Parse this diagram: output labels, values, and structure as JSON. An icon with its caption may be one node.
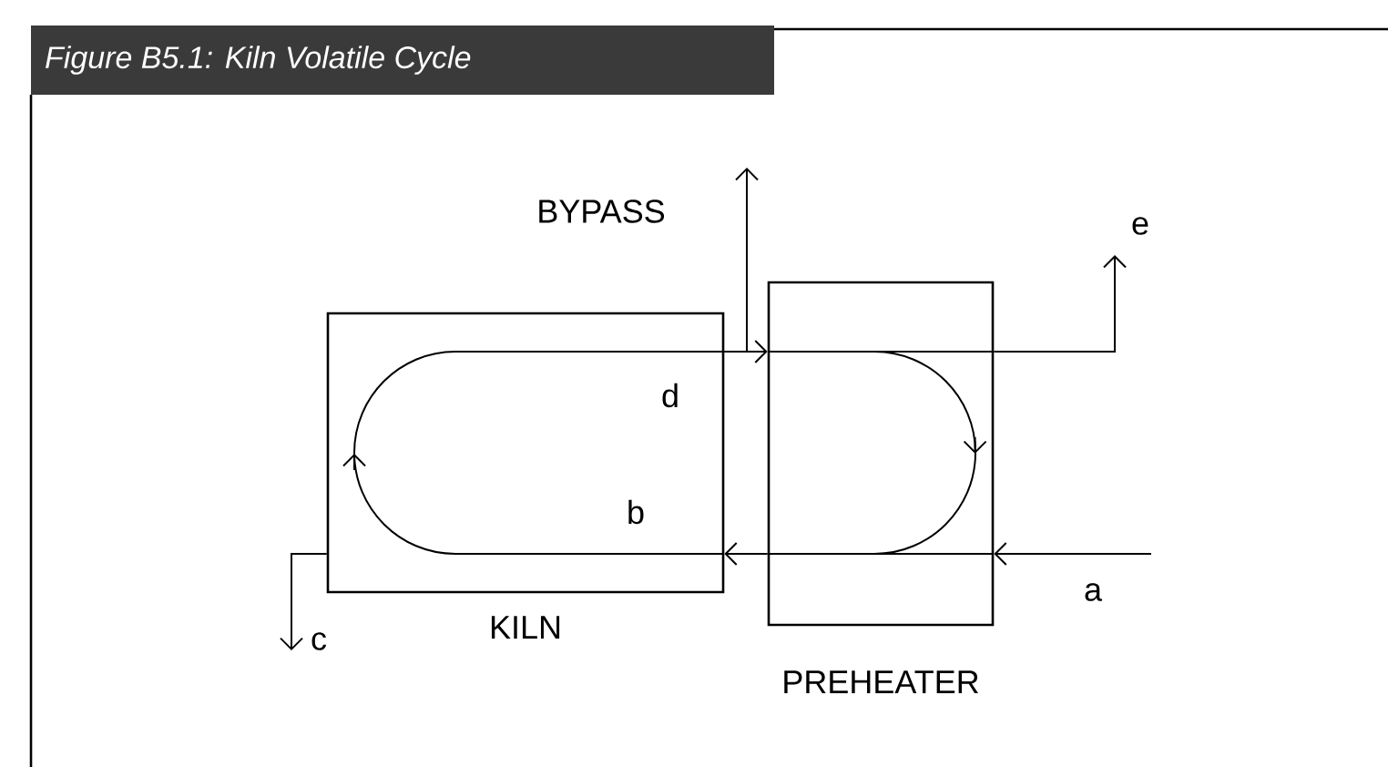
{
  "diagram": {
    "title": "Figure B5.1: Kiln Volatile Cycle",
    "nodes": [
      {
        "text": [
          "KILN"
        ]
      },
      {
        "text": [
          "PREHEATER"
        ]
      }
    ],
    "edges": [
      {
        "from": null,
        "to": 1,
        "arrow": "to",
        "label": "a"
      },
      {
        "from": 1,
        "to": 0,
        "arrow": "to",
        "label": "b"
      },
      {
        "from": 0,
        "to": null,
        "arrow": "to",
        "label": "c"
      },
      {
        "from": 0,
        "to": 1,
        "arrow": "to",
        "label": "d"
      },
      {
        "from": 1,
        "to": null,
        "arrow": "to",
        "label": "e"
      },
      {
        "from": 0,
        "to": null,
        "arrow": "to",
        "label": "BYPASS"
      }
    ]
  }
}
